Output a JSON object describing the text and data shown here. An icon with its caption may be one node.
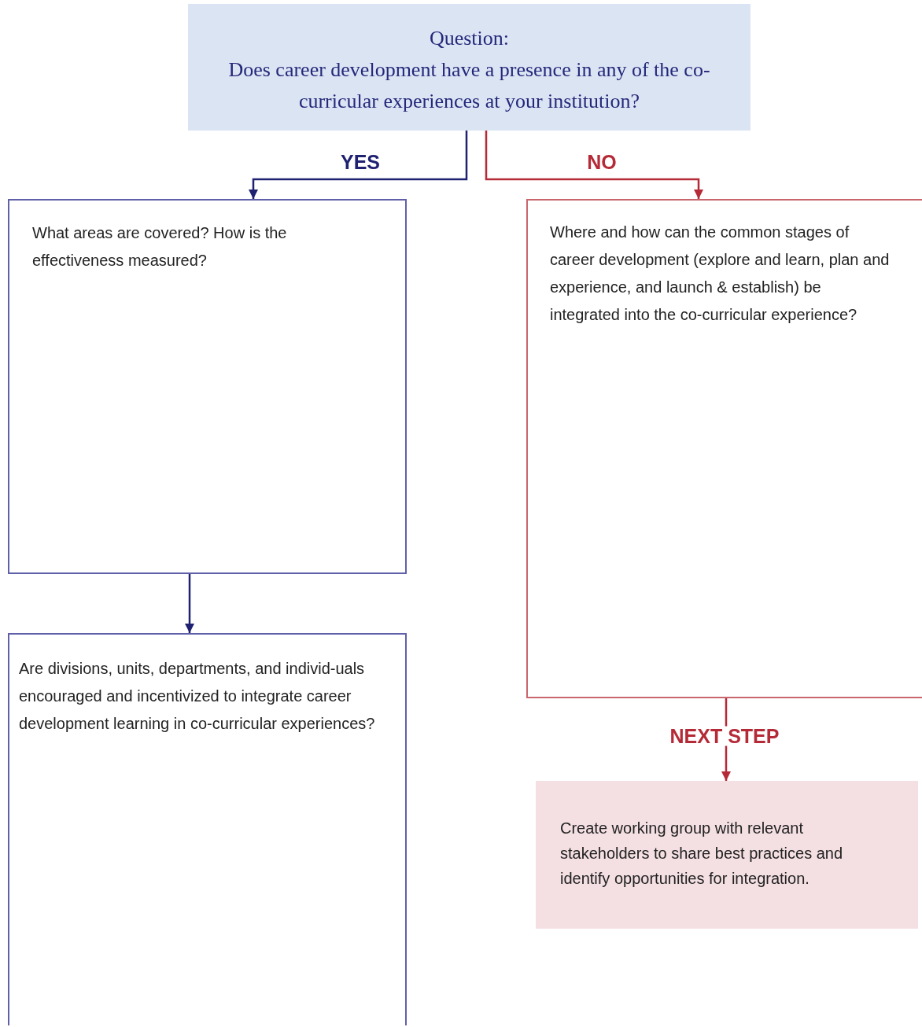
{
  "diagram": {
    "nodes": [
      {
        "text": [
          "Question:",
          "Does career development have a presence in any of the co-curricular experiences at your institution?"
        ]
      },
      {
        "text": [
          "What areas are covered? How is the effectiveness measured?"
        ]
      },
      {
        "text": [
          "Where and how can the common stages of career development (explore and learn, plan and experience, and launch & establish) be integrated into the co-curricular experience?"
        ]
      },
      {
        "text": [
          "Are divisions, units, departments, and individ-uals encouraged and incentivized to integrate career development learning in co-curricular experiences?"
        ]
      },
      {
        "text": [
          "Create working group with relevant stakeholders to share best practices and identify opportunities for integration."
        ]
      }
    ],
    "edges": [
      {
        "from": 0,
        "to": 1,
        "arrow": "to",
        "label": "YES",
        "color": "#1f2171"
      },
      {
        "from": 0,
        "to": 2,
        "arrow": "to",
        "label": "NO",
        "color": "#b52a37"
      },
      {
        "from": 1,
        "to": 3,
        "arrow": "to",
        "color": "#1f2171"
      },
      {
        "from": 2,
        "to": 4,
        "arrow": "to",
        "label": "NEXT STEP",
        "color": "#b52a37"
      }
    ]
  }
}
